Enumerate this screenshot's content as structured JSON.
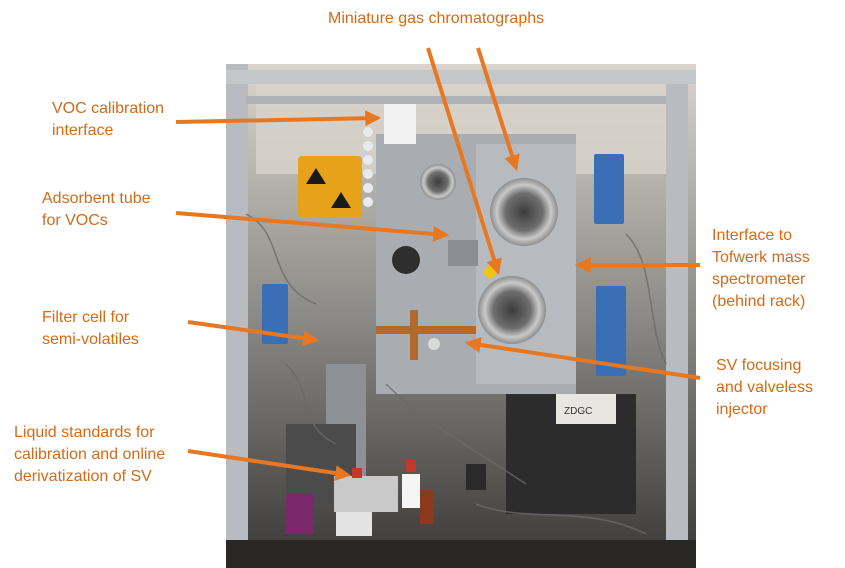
{
  "figure": {
    "labels": {
      "gc": "Miniature gas chromatographs",
      "voc_interface": "VOC calibration\ninterface",
      "adsorbent": "Adsorbent tube\nfor VOCs",
      "filter": "Filter cell for\nsemi-volatiles",
      "liquid": "Liquid standards for\ncalibration and online\nderivatization of SV",
      "tofwerk": "Interface to\nTofwerk mass\nspectrometer\n(behind rack)",
      "sv_focus": "SV focusing\nand valveless\ninjector"
    },
    "photo_labels": {
      "tag": "ZDGC"
    },
    "colors": {
      "annotation": "#d46a1a",
      "frame": "#b8bcc0",
      "panel": "#a9adb2",
      "terminal": "#3a6fb5",
      "yellow_box": "#e7a21b"
    }
  }
}
